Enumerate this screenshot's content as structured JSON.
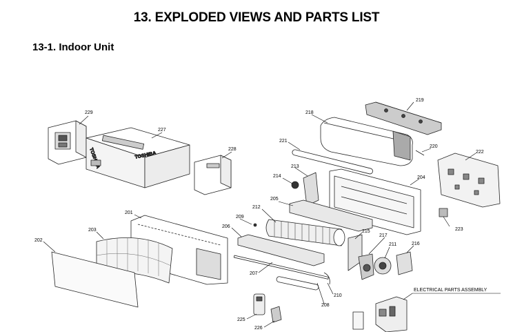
{
  "header": {
    "page_ref": "– –",
    "title": "13.  EXPLODED VIEWS AND PARTS LIST",
    "subtitle": "13-1.  Indoor Unit"
  },
  "diagram": {
    "callouts": {
      "p229": "229",
      "p227": "227",
      "p228": "228",
      "p218": "218",
      "p219": "219",
      "p221": "221",
      "p220": "220",
      "p222": "222",
      "p213": "213",
      "p214": "214",
      "p204": "204",
      "p205": "205",
      "p212": "212",
      "p209": "209",
      "p201": "201",
      "p206": "206",
      "p203": "203",
      "p202": "202",
      "p215": "215",
      "p217": "217",
      "p211": "211",
      "p216": "216",
      "p223": "223",
      "p207": "207",
      "p210": "210",
      "p208": "208",
      "p225": "225",
      "p226": "226"
    },
    "electrical_label": "ELECTRICAL PARTS ASSEMBLY",
    "brand_logo": "TOSHIBA"
  }
}
